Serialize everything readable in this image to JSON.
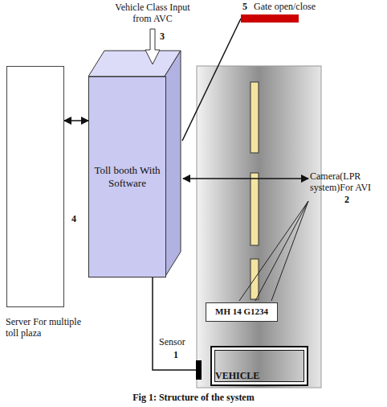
{
  "diagram": {
    "caption": "Fig 1: Structure of the system",
    "nodes": [
      {
        "text": [
          "5",
          "Gate open/close"
        ]
      },
      {
        "text": [
          "Toll booth With Software"
        ]
      },
      {
        "text": [
          "4",
          "Server For multiple toll plaza"
        ]
      },
      {
        "text": [
          "Camera(LPR system)For AVI",
          "2"
        ]
      },
      {
        "text": [
          "MH 14 G1234"
        ]
      },
      {
        "text": [
          "Sensor",
          "1"
        ]
      },
      {
        "text": [
          "VEHICLE"
        ]
      }
    ],
    "edges": [
      {
        "from": 2,
        "to": 1,
        "arrow": "both"
      },
      {
        "from": 1,
        "to": 3,
        "arrow": "both"
      },
      {
        "from": 1,
        "to": 0,
        "arrow": "none"
      },
      {
        "from": 1,
        "to": 5,
        "arrow": "none"
      }
    ],
    "labels": [
      "Vehicle Class Input from AVC",
      "3"
    ]
  }
}
